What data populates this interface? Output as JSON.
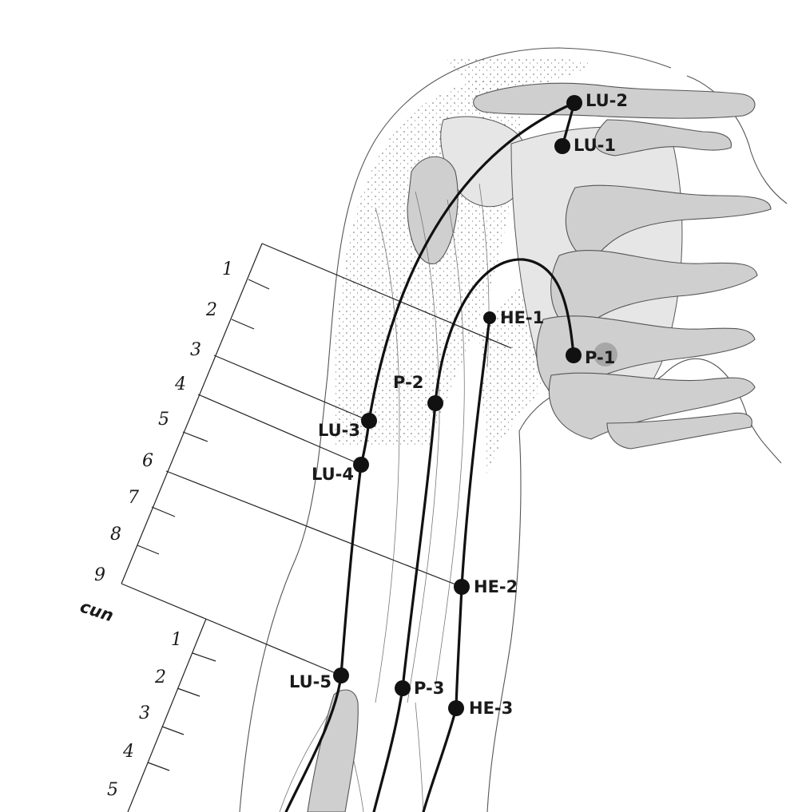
{
  "points": [
    {
      "id": "lu2",
      "label": "LU-2"
    },
    {
      "id": "lu1",
      "label": "LU-1"
    },
    {
      "id": "he1",
      "label": "HE-1"
    },
    {
      "id": "p1",
      "label": "P-1"
    },
    {
      "id": "p2",
      "label": "P-2"
    },
    {
      "id": "lu3",
      "label": "LU-3"
    },
    {
      "id": "lu4",
      "label": "LU-4"
    },
    {
      "id": "he2",
      "label": "HE-2"
    },
    {
      "id": "lu5",
      "label": "LU-5"
    },
    {
      "id": "p3",
      "label": "P-3"
    },
    {
      "id": "he3",
      "label": "HE-3"
    }
  ],
  "upper_scale": {
    "ticks": [
      "1",
      "2",
      "3",
      "4",
      "5",
      "6",
      "7",
      "8",
      "9"
    ],
    "unit": "cun"
  },
  "lower_scale": {
    "ticks": [
      "1",
      "2",
      "3",
      "4",
      "5"
    ]
  }
}
